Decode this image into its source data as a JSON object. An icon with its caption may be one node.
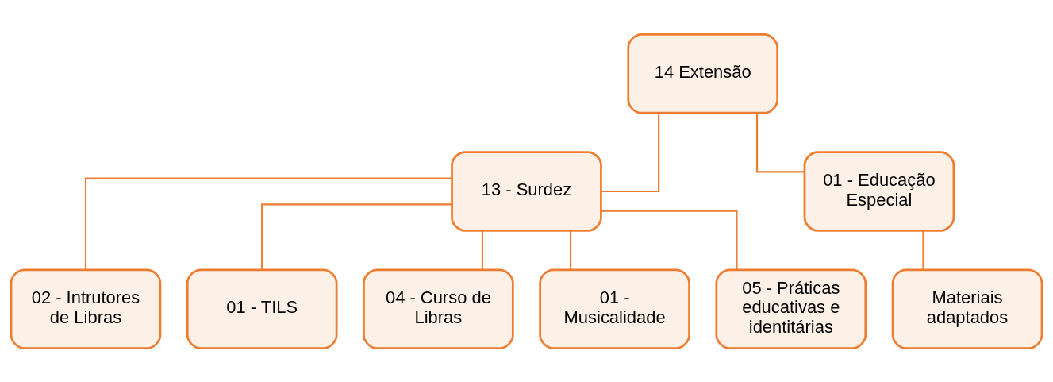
{
  "diagram": {
    "nodes": [
      {
        "text": [
          "14 Extensão"
        ]
      },
      {
        "text": [
          "13 - Surdez"
        ]
      },
      {
        "text": [
          "01 - Educação Especial"
        ]
      },
      {
        "text": [
          "02 - Intrutores de Libras"
        ]
      },
      {
        "text": [
          "01 - TILS"
        ]
      },
      {
        "text": [
          "04 - Curso de Libras"
        ]
      },
      {
        "text": [
          "01 - Musicalidade"
        ]
      },
      {
        "text": [
          "05 - Práticas educativas e identitárias"
        ]
      },
      {
        "text": [
          "Materiais adaptados"
        ]
      }
    ],
    "edges": [
      {
        "from": 0,
        "to": 1,
        "arrow": "none"
      },
      {
        "from": 0,
        "to": 2,
        "arrow": "none"
      },
      {
        "from": 1,
        "to": 3,
        "arrow": "none"
      },
      {
        "from": 1,
        "to": 4,
        "arrow": "none"
      },
      {
        "from": 1,
        "to": 5,
        "arrow": "none"
      },
      {
        "from": 1,
        "to": 6,
        "arrow": "none"
      },
      {
        "from": 1,
        "to": 7,
        "arrow": "none"
      },
      {
        "from": 2,
        "to": 8,
        "arrow": "none"
      }
    ]
  }
}
